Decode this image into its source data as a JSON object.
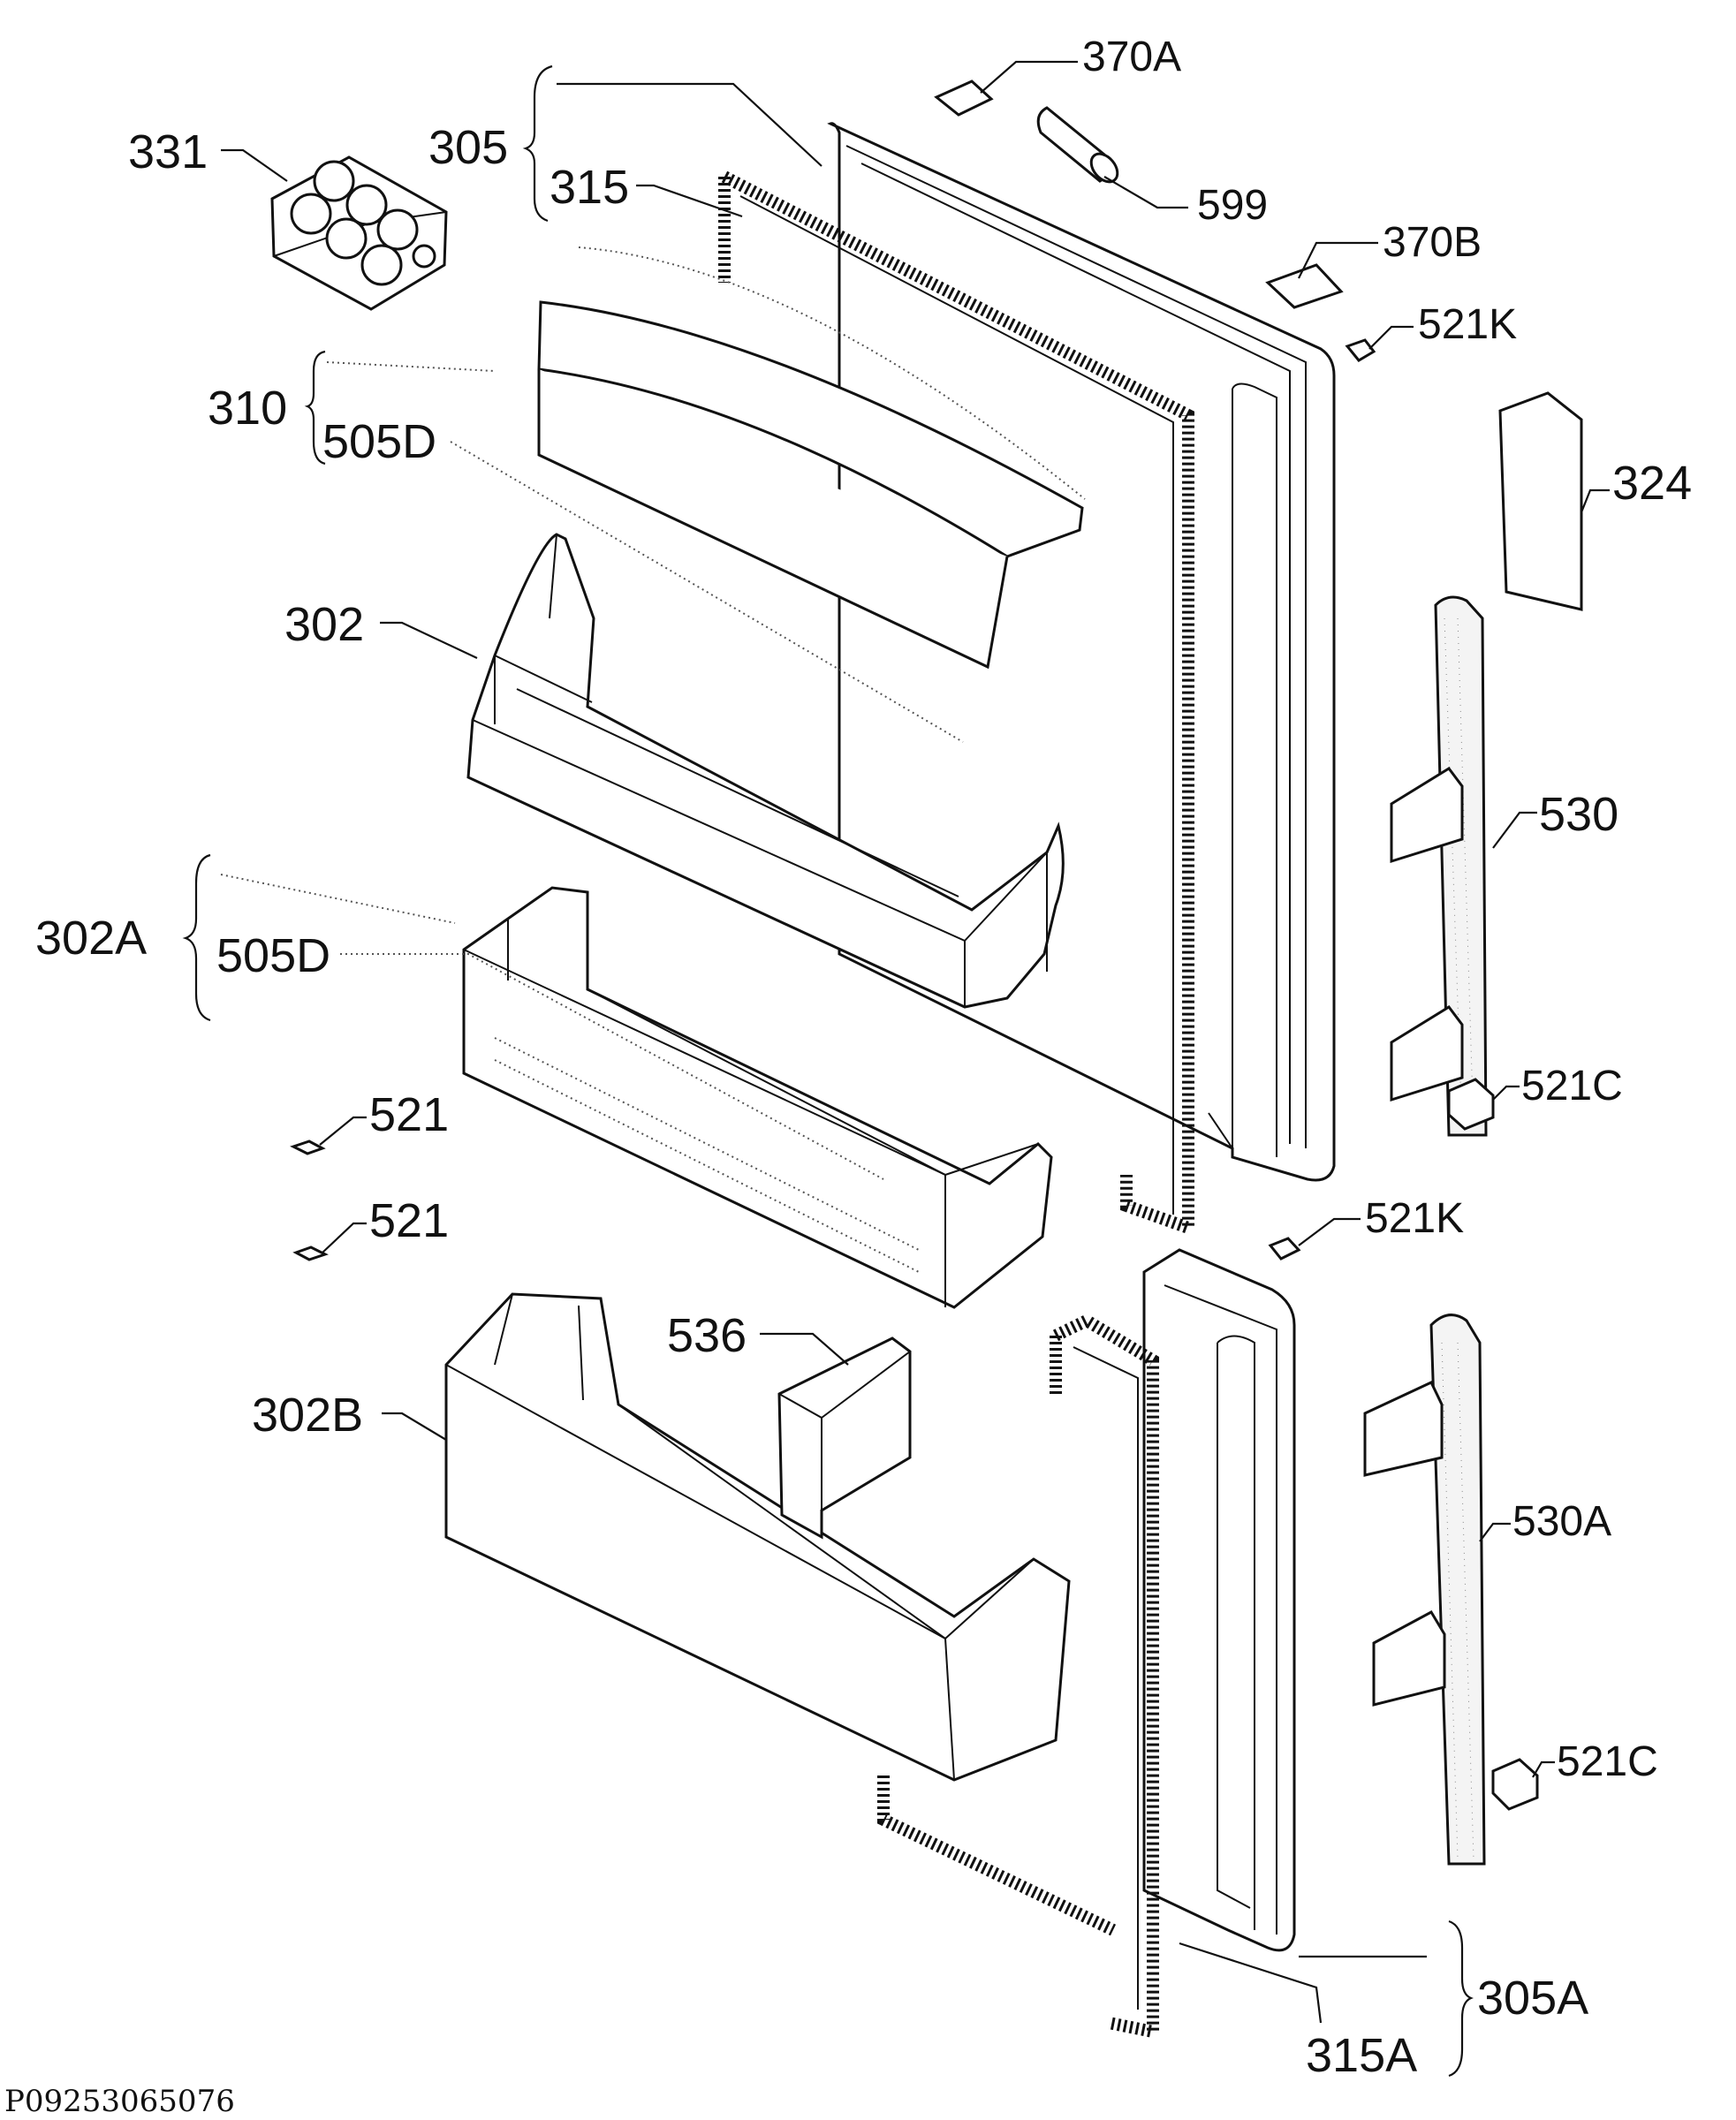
{
  "document_code": "P09253065076",
  "labels": {
    "p331": "331",
    "p305": "305",
    "p315": "315",
    "p370A": "370A",
    "p599": "599",
    "p370B": "370B",
    "p521K_top": "521K",
    "p310": "310",
    "p505D_top": "505D",
    "p324": "324",
    "p302": "302",
    "p530": "530",
    "p302A": "302A",
    "p505D_mid": "505D",
    "p521C_top": "521C",
    "p521_a": "521",
    "p521_b": "521",
    "p521K_mid": "521K",
    "p536": "536",
    "p302B": "302B",
    "p530A": "530A",
    "p521C_bot": "521C",
    "p305A": "305A",
    "p315A": "315A"
  }
}
